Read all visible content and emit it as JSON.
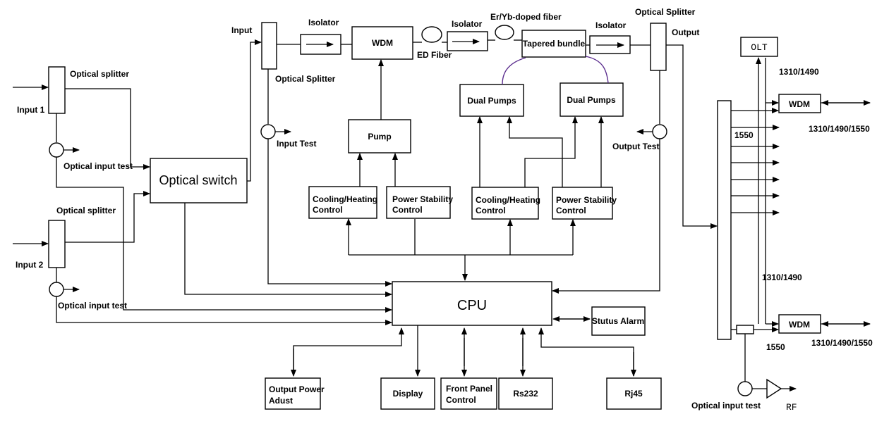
{
  "colors": {
    "line": "#000000",
    "pump_link": "#5b2d8e",
    "background": "#ffffff"
  },
  "labels": {
    "optical_splitter_1": "Optical splitter",
    "input_1": "Input 1",
    "optical_input_test_1": "Optical input test",
    "optical_splitter_2": "Optical splitter",
    "input_2": "Input 2",
    "optical_input_test_2": "Optical input test",
    "optical_switch": "Optical switch",
    "input": "Input",
    "optical_splitter_main": "Optical Splitter",
    "input_test": "Input Test",
    "isolator_1": "Isolator",
    "wdm_main": "WDM",
    "ed_fiber": "ED Fiber",
    "isolator_2": "Isolator",
    "er_yb_fiber": "Er/Yb-doped fiber",
    "tapered_bundle": "Tapered bundle",
    "isolator_3": "Isolator",
    "optical_splitter_out": "Optical Splitter",
    "output": "Output",
    "output_test": "Output Test",
    "pump": "Pump",
    "dual_pumps_1": "Dual Pumps",
    "dual_pumps_2": "Dual Pumps",
    "cooling_1_line1": "Cooling/Heating",
    "cooling_1_line2": "Control",
    "power_1_line1": "Power Stability",
    "power_1_line2": "Control",
    "cooling_2_line1": "Cooling/Heating",
    "cooling_2_line2": "Control",
    "power_2_line1": "Power Stability",
    "power_2_line2": "Control",
    "cpu": "CPU",
    "status_alarm": "Stutus Alarm",
    "output_power_line1": "Output Power",
    "output_power_line2": "Adust",
    "display": "Display",
    "front_panel_line1": "Front Panel",
    "front_panel_line2": "Control",
    "rs232": "Rs232",
    "rj45": "Rj45",
    "olt": "OLT",
    "wl_1310_1490_top": "1310/1490",
    "wdm_top": "WDM",
    "wl_1310_1490_1550_top": "1310/1490/1550",
    "wl_1550_top": "1550",
    "wl_1310_1490_mid": "1310/1490",
    "wdm_bottom": "WDM",
    "wl_1550_bottom": "1550",
    "wl_1310_1490_1550_bottom": "1310/1490/1550",
    "optical_input_test_3": "Optical input test",
    "rf": "RF"
  }
}
